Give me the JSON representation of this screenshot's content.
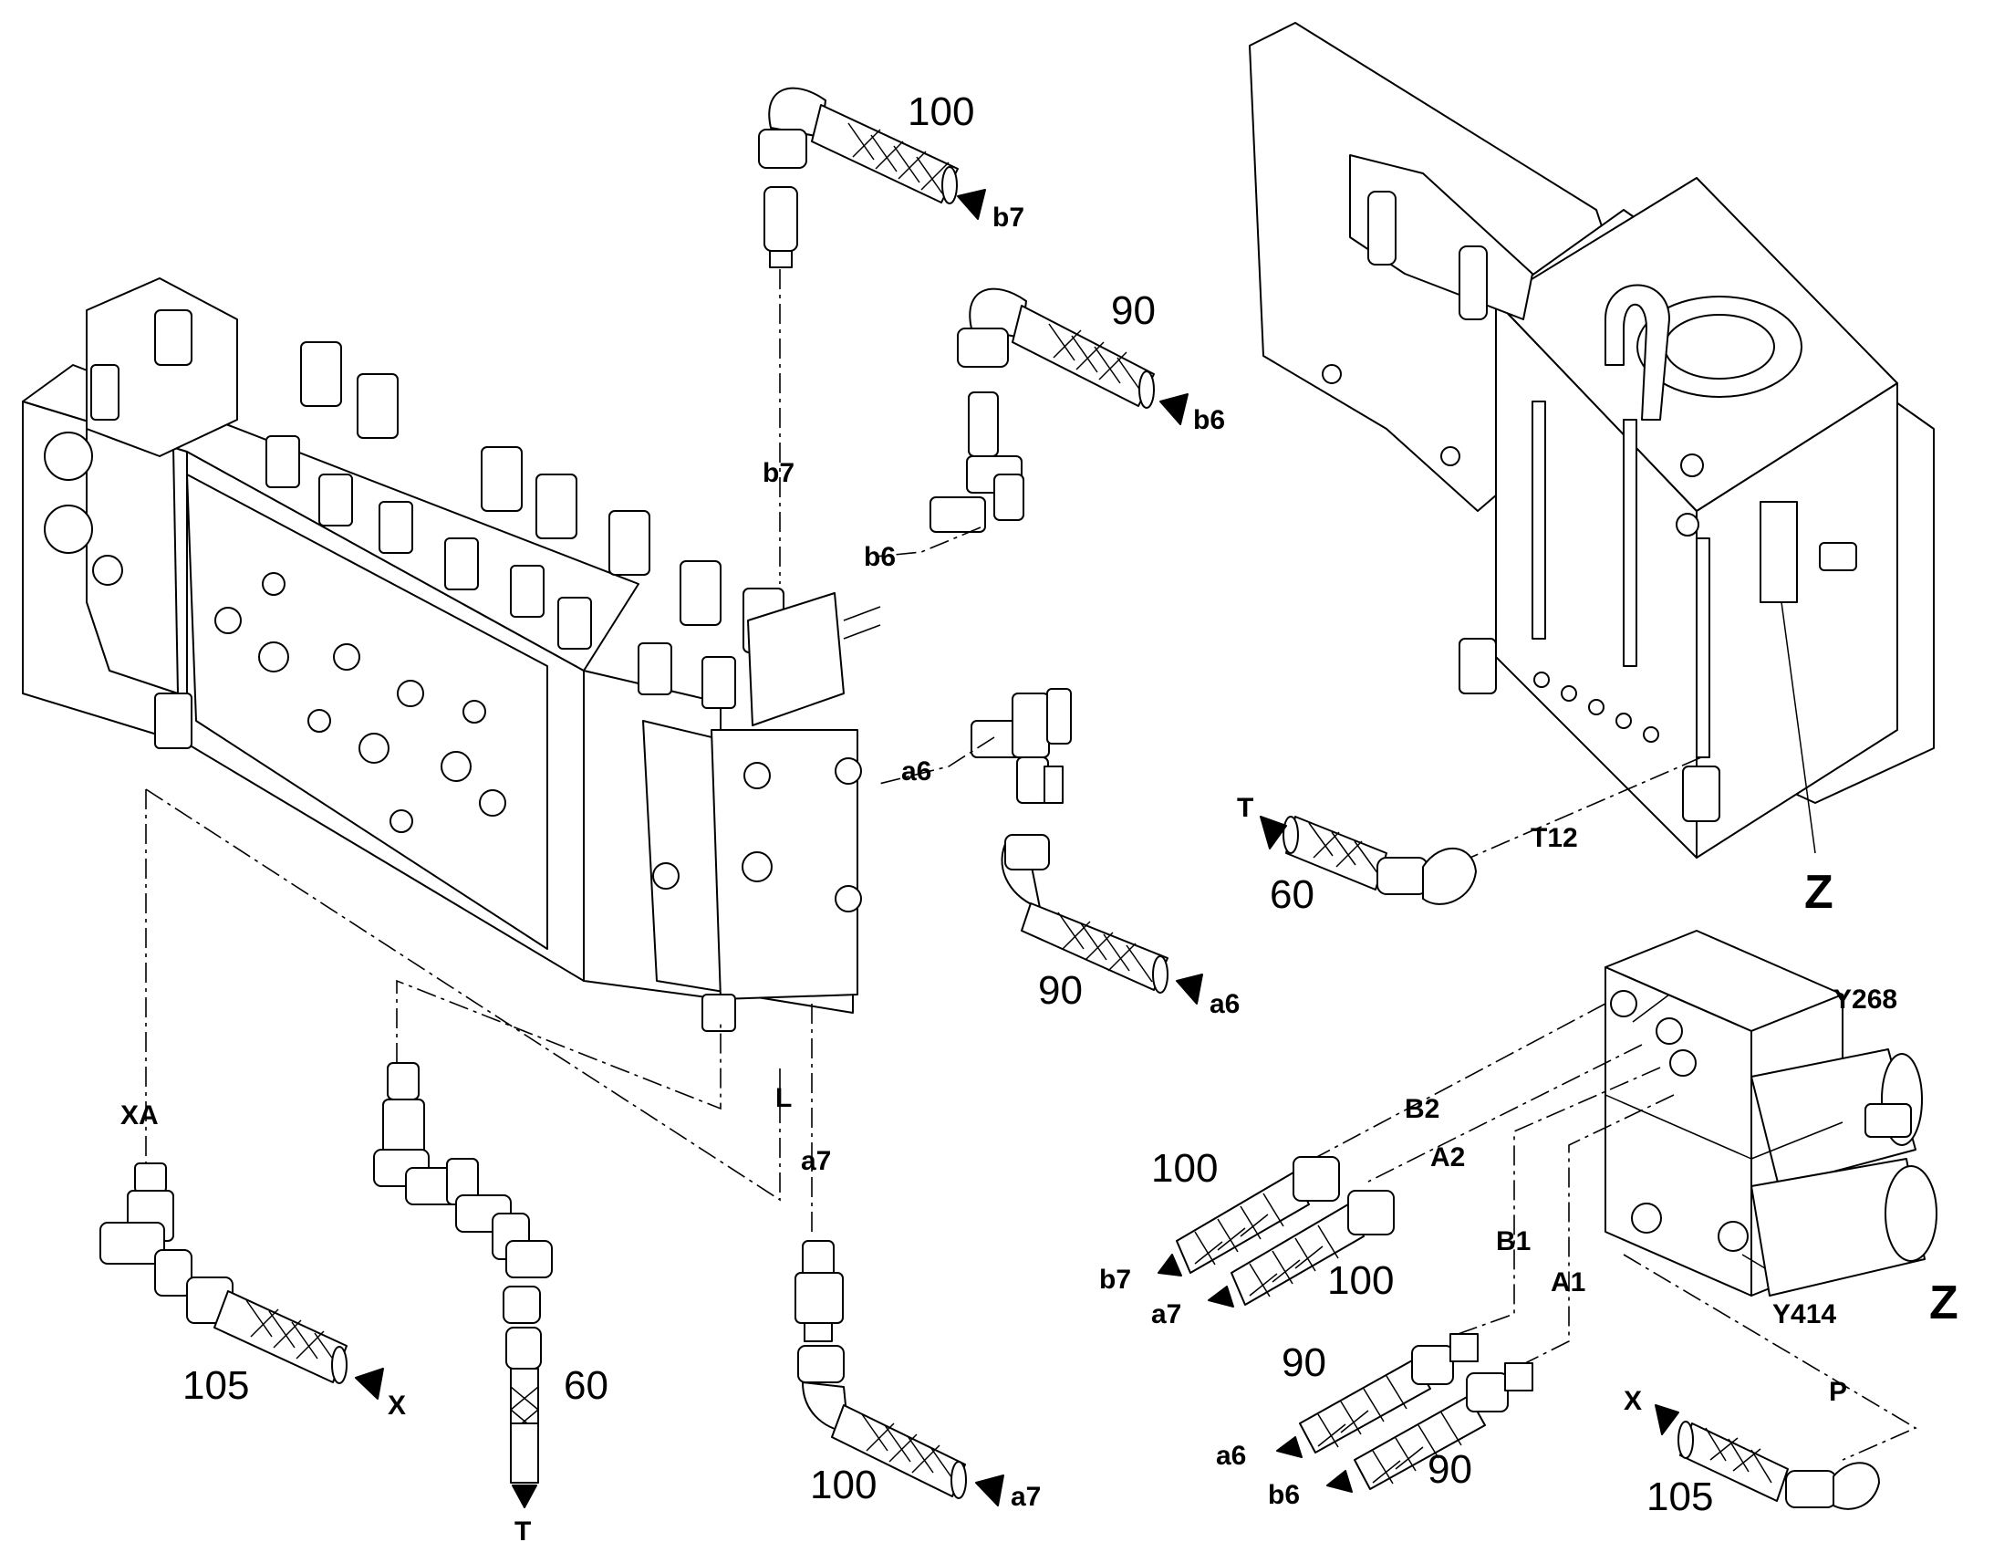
{
  "part_numbers": {
    "hose_b7_top": "100",
    "hose_b6_top": "90",
    "hose_a6_mid": "90",
    "hose_x_left": "105",
    "hose_t_left": "60",
    "hose_a7_bottom": "100",
    "hose_t_right": "60",
    "hose_b7_z": "100",
    "hose_a7_z": "100",
    "hose_a6_z": "90",
    "hose_b6_z": "90",
    "hose_x_z": "105"
  },
  "ports": {
    "b7_arrow": "b7",
    "b7_line": "b7",
    "b6_arrow": "b6",
    "b6_line": "b6",
    "a6_line": "a6",
    "a6_arrow": "a6",
    "xa": "XA",
    "x_arrow_left": "X",
    "l": "L",
    "a7_line": "a7",
    "t_arrow_left": "T",
    "a7_arrow": "a7",
    "t_arrow_right": "T",
    "t12": "T12",
    "b2": "B2",
    "a2": "A2",
    "b1": "B1",
    "a1": "A1",
    "p": "P",
    "x_arrow_z": "X",
    "b7_arrow_z": "b7",
    "a7_arrow_z": "a7",
    "a6_arrow_z": "a6",
    "b6_arrow_z": "b6"
  },
  "components": {
    "y268": "Y268",
    "y414": "Y414"
  },
  "detail": {
    "marker": "Z",
    "title": "Z"
  }
}
